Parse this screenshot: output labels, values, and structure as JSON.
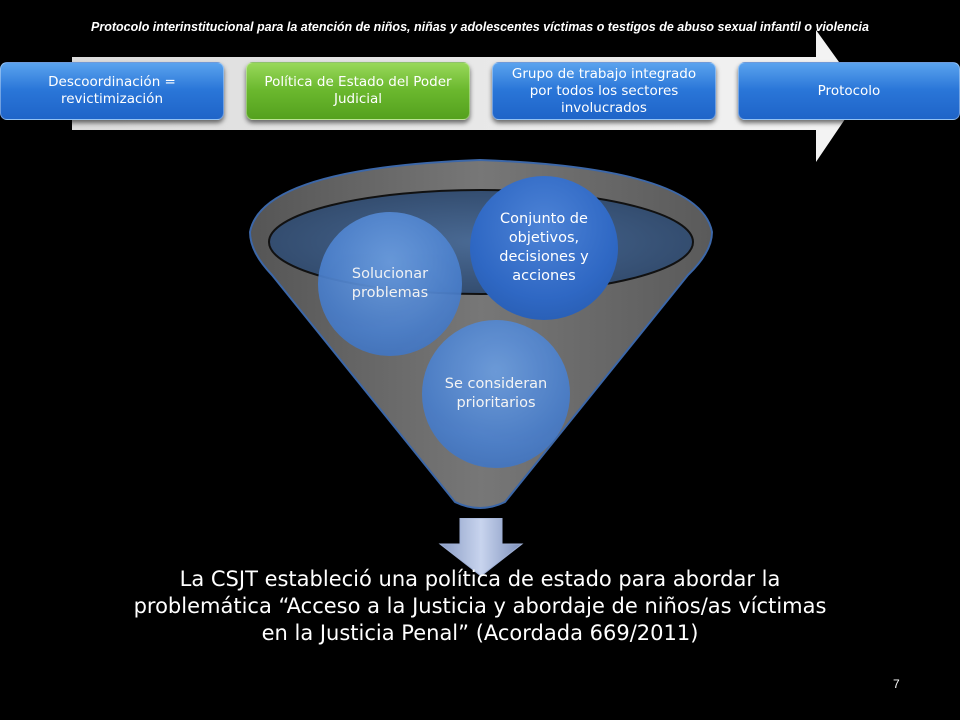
{
  "header": {
    "title": "Protocolo interinstitucional para la atención de niños, niñas y adolescentes víctimas o testigos de abuso sexual infantil o violencia"
  },
  "process": {
    "steps": [
      {
        "label": "Descoordinación = revictimización",
        "color": "#2a76d8"
      },
      {
        "label": "Política de Estado del Poder Judicial",
        "color": "#6bb82e"
      },
      {
        "label": "Grupo de trabajo integrado por todos los sectores involucrados",
        "color": "#2a76d8"
      },
      {
        "label": "Protocolo",
        "color": "#2a76d8"
      }
    ]
  },
  "funnel": {
    "bubbles": [
      {
        "label": "Solucionar problemas"
      },
      {
        "label": "Se consideran prioritarios"
      },
      {
        "label": "Conjunto de objetivos, decisiones y acciones"
      }
    ],
    "result": "La CSJT estableció una política de estado para abordar la problemática “Acceso a la Justicia y abordaje de niños/as víctimas en la Justicia Penal”  (Acordada 669/2011)"
  },
  "footer": {
    "page_number": "7"
  },
  "colors": {
    "background": "#000000",
    "step_blue": "#2a76d8",
    "step_green": "#6bb82e",
    "funnel_grey": "#6e6e6e",
    "funnel_rim": "#3d5a80",
    "bubble_blue": "#4a7fcc"
  }
}
